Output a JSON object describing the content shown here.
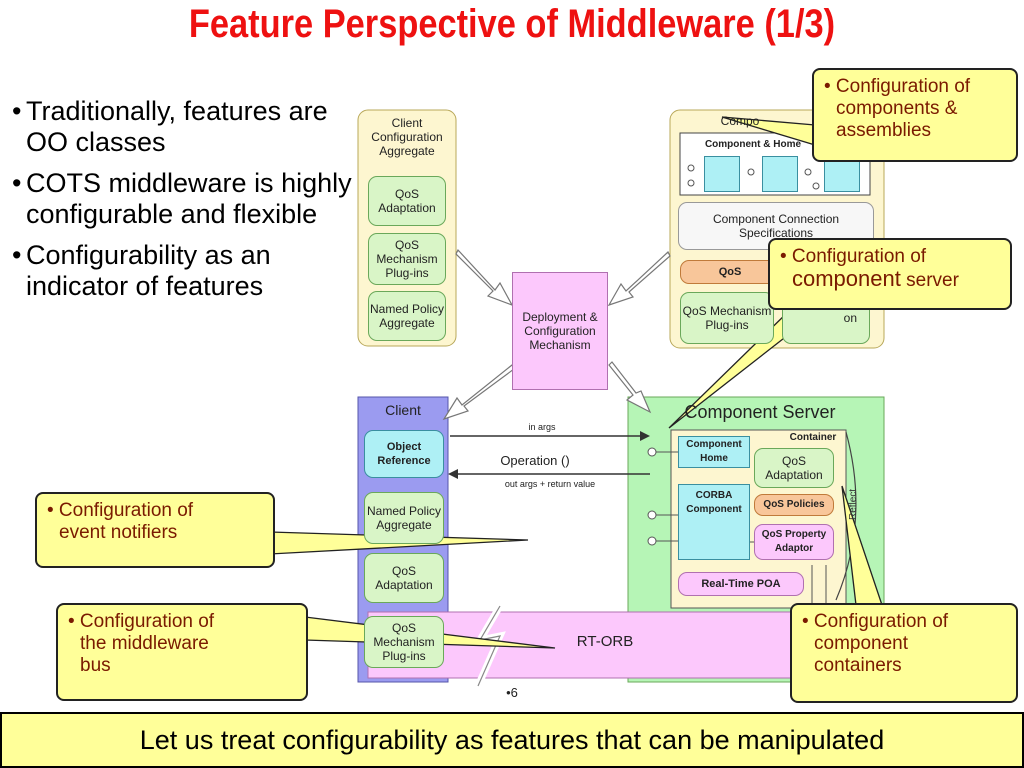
{
  "title": "Feature Perspective of Middleware (1/3)",
  "bullets": [
    "Traditionally, features are OO classes",
    "COTS middleware is highly configurable and flexible",
    "Configurability as an indicator of features"
  ],
  "diagram": {
    "client_config": {
      "label": "Client Configuration Aggregate",
      "items": [
        "QoS Adaptation",
        "QoS Mechanism Plug-ins",
        "Named Policy Aggregate"
      ]
    },
    "assembly": {
      "label": "Compo",
      "component_home_label": "Component & Home",
      "connection_label": "Component Connection Specifications",
      "qos_label": "QoS",
      "mechanism_label": "QoS Mechanism Plug-ins",
      "partial_label": "on"
    },
    "deployment": "Deployment & Configuration Mechanism",
    "client": {
      "label": "Client",
      "object_reference": "Object Reference",
      "named_policy": "Named Policy Aggregate",
      "qos_adaptation": "QoS Adaptation",
      "qos_mechanism": "QoS Mechanism Plug-ins"
    },
    "arrows": {
      "in_args": "in args",
      "operation": "Operation ()",
      "out_args": "out args + return value"
    },
    "component_server": {
      "label": "Component Server",
      "container_label": "Container",
      "component_home": "Component Home",
      "qos_adaptation": "QoS Adaptation",
      "corba_component": "CORBA Component",
      "qos_policies": "QoS Policies",
      "qos_property_adaptor": "QoS Property Adaptor",
      "rt_poa": "Real-Time POA",
      "reflect": "Reflect"
    },
    "rt_orb": "RT-ORB",
    "page_mark": "•6"
  },
  "callouts": {
    "assemblies": [
      "Configuration of",
      "components &",
      "assemblies"
    ],
    "server": [
      "Configuration of",
      "component",
      "server"
    ],
    "event": [
      "Configuration of",
      "event notifiers"
    ],
    "bus": [
      "Configuration of",
      "the middleware",
      "bus"
    ],
    "containers": [
      "Configuration of",
      "component",
      "containers"
    ]
  },
  "footer": "Let us treat configurability as features that can be manipulated",
  "colors": {
    "title": "#ee1111",
    "callout_fill": "#ffff99",
    "callout_text": "#7a1a00",
    "green": "#d9f5c7",
    "cyan": "#aef0f5",
    "pink": "#fcc8fc",
    "orange": "#f8c69a",
    "client_blue": "#9b9bf0",
    "server_green": "#b6f5b6",
    "config_tan": "#fdf6d0"
  }
}
